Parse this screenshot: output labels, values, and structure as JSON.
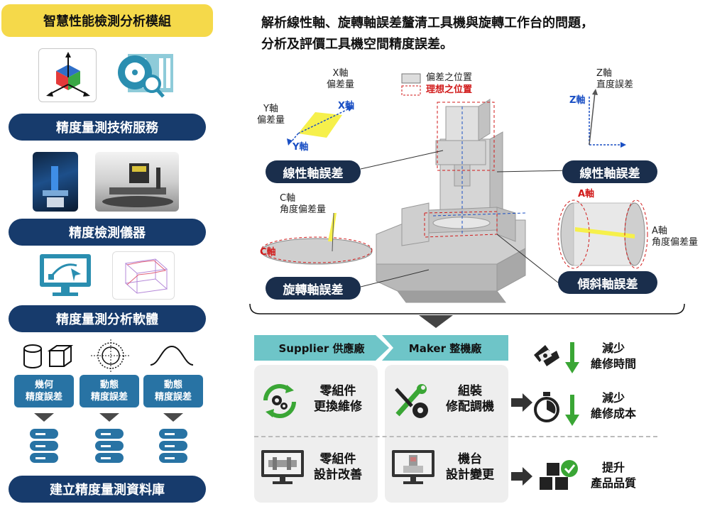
{
  "left": {
    "module_title": "智慧性能檢測分析模組",
    "section1": "精度量測技術服務",
    "section2": "精度檢測儀器",
    "section3": "精度量測分析軟體",
    "section4": "建立精度量測資料庫",
    "error_types": [
      {
        "line1": "幾何",
        "line2": "精度誤差"
      },
      {
        "line1": "動態",
        "line2": "精度誤差"
      },
      {
        "line1": "動態",
        "line2": "精度誤差"
      }
    ]
  },
  "headline": {
    "line1": "解析線性軸、旋轉軸誤差釐清工具機與旋轉工作台的問題，",
    "line2": "分析及評價工具機空間精度誤差。"
  },
  "diagram": {
    "legend_actual": "偏差之位置",
    "legend_ideal": "理想之位置",
    "x_label_line1": "X軸",
    "x_label_line2": "偏差量",
    "y_label_line1": "Y軸",
    "y_label_line2": "偏差量",
    "x_axis": "X軸",
    "y_axis": "Y軸",
    "z_label_line1": "Z軸",
    "z_label_line2": "直度誤差",
    "z_axis": "Z軸",
    "c_label_line1": "C軸",
    "c_label_line2": "角度偏差量",
    "c_axis": "C軸",
    "a_axis": "A軸",
    "a_label_line1": "A軸",
    "a_label_line2": "角度偏差量",
    "pill_linear_left": "線性軸誤差",
    "pill_linear_right": "線性軸誤差",
    "pill_rotary": "旋轉軸誤差",
    "pill_tilt": "傾斜軸誤差"
  },
  "bottom": {
    "supplier": "Supplier 供應廠",
    "maker": "Maker 整機廠",
    "panel1_line1": "零組件",
    "panel1_line2": "更換維修",
    "panel2_line1": "組裝",
    "panel2_line2": "修配調機",
    "panel3_line1": "零組件",
    "panel3_line2": "設計改善",
    "panel4_line1": "機台",
    "panel4_line2": "設計變更",
    "result1_line1": "減少",
    "result1_line2": "維修時間",
    "result2_line1": "減少",
    "result2_line2": "維修成本",
    "result3_line1": "提升",
    "result3_line2": "產品品質"
  },
  "colors": {
    "navy": "#173b6c",
    "yellow": "#f5d94a",
    "teal": "#6ec5c8",
    "steel_blue": "#2873a4",
    "green": "#3aa635"
  }
}
